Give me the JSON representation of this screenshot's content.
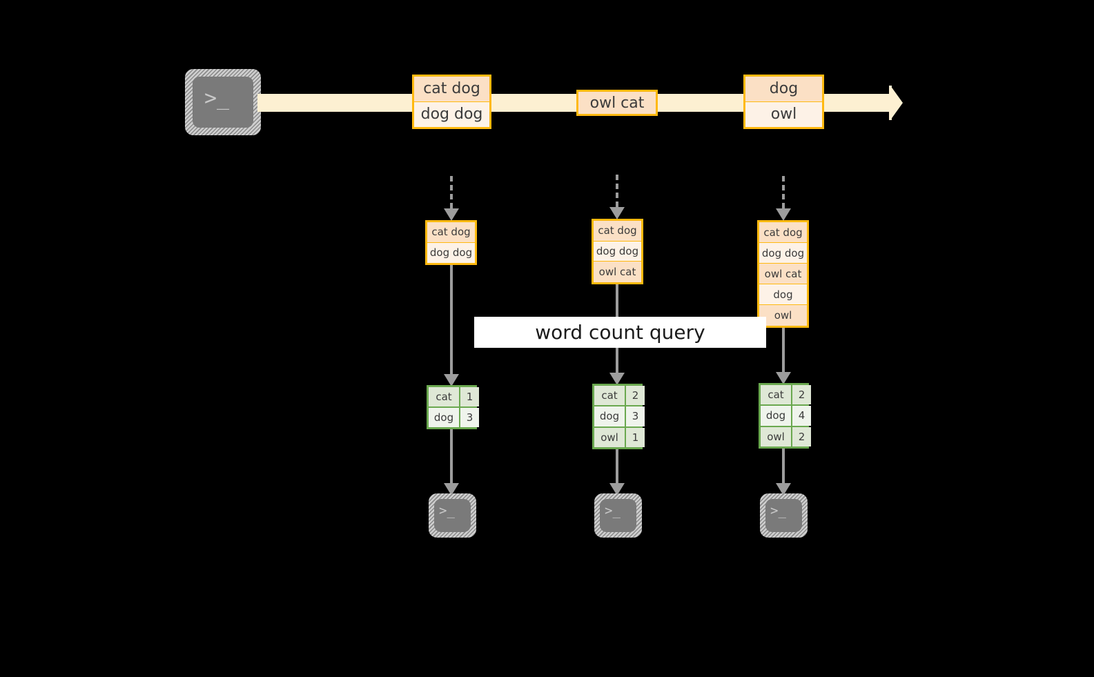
{
  "diagram": {
    "title_label": "word count query",
    "colors": {
      "background": "#000000",
      "stream_band": "#fdf0d2",
      "record_border": "#ffb90f",
      "record_fill_dark": "#fbe0c5",
      "record_fill_light": "#fdf2e7",
      "table_border": "#6aa84f",
      "table_fill_dark": "#dfe8d6",
      "table_fill_light": "#eff4ec",
      "arrow_gray": "#9d9d9d",
      "terminal_face": "#7a7a7a",
      "query_band": "#ffffff"
    },
    "source_terminal": {
      "glyph": ">_"
    },
    "stream": {
      "records": [
        {
          "lines": [
            "cat dog",
            "dog dog"
          ]
        },
        {
          "lines": [
            "owl cat"
          ]
        },
        {
          "lines": [
            "dog",
            "owl"
          ]
        }
      ]
    },
    "snapshots": [
      {
        "lines": [
          "cat dog",
          "dog dog"
        ]
      },
      {
        "lines": [
          "cat dog",
          "dog dog",
          "owl cat"
        ]
      },
      {
        "lines": [
          "cat dog",
          "dog dog",
          "owl cat",
          "dog",
          "owl"
        ]
      }
    ],
    "results": [
      {
        "rows": [
          {
            "word": "cat",
            "count": "1"
          },
          {
            "word": "dog",
            "count": "3"
          }
        ]
      },
      {
        "rows": [
          {
            "word": "cat",
            "count": "2"
          },
          {
            "word": "dog",
            "count": "3"
          },
          {
            "word": "owl",
            "count": "1"
          }
        ]
      },
      {
        "rows": [
          {
            "word": "cat",
            "count": "2"
          },
          {
            "word": "dog",
            "count": "4"
          },
          {
            "word": "owl",
            "count": "2"
          }
        ]
      }
    ],
    "sink_terminals": [
      {
        "glyph": ">_"
      },
      {
        "glyph": ">_"
      },
      {
        "glyph": ">_"
      }
    ]
  }
}
